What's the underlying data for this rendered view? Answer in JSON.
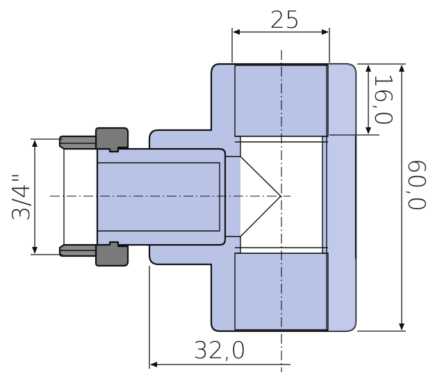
{
  "drawing": {
    "dimensions": {
      "top_width": "25",
      "right_upper": "16,0",
      "right_total": "60,0",
      "left_thread": "3/4\"",
      "bottom_width": "32,0"
    },
    "colors": {
      "body_fill": "#b9c3e6",
      "nut_fill": "#7a7a7a",
      "line": "#111111",
      "background": "#ffffff"
    }
  }
}
